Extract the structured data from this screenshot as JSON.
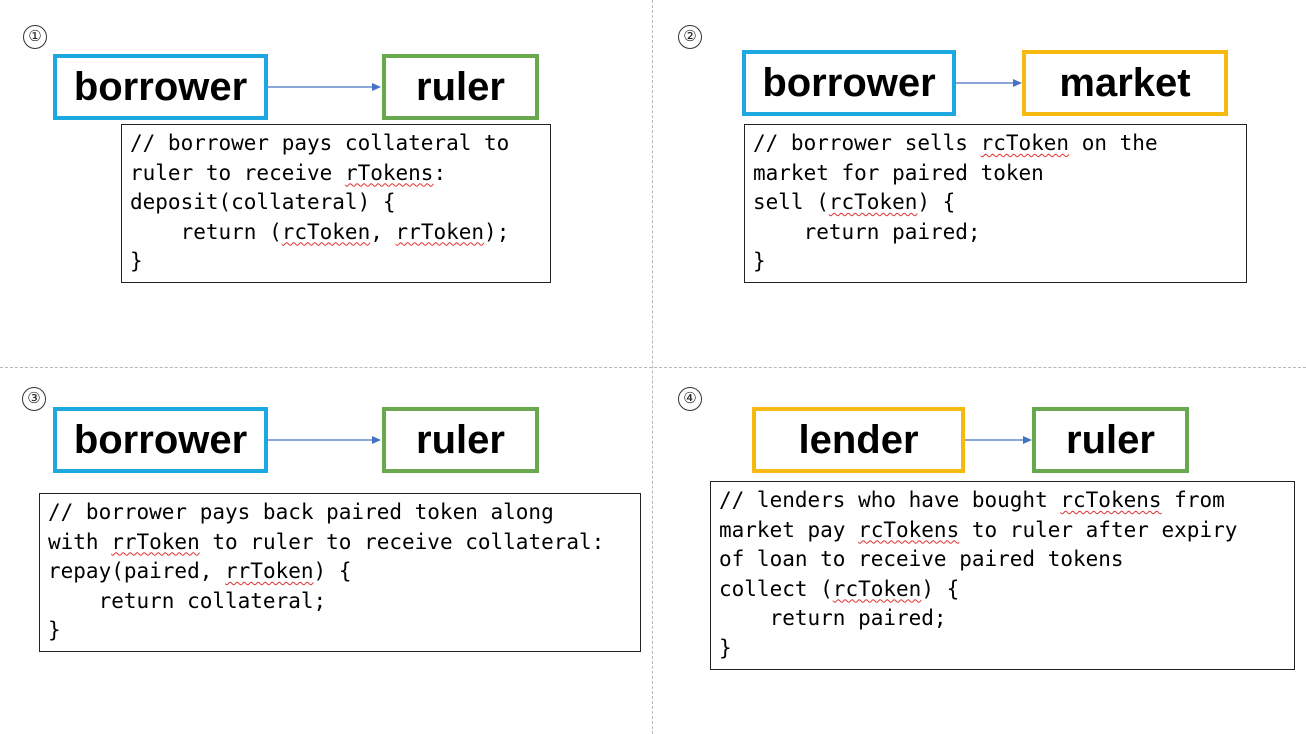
{
  "panels": [
    {
      "number": "①",
      "from": "borrower",
      "to": "ruler",
      "code": [
        "// borrower pays collateral to",
        "ruler to receive rTokens:",
        "deposit(collateral) {",
        "    return (rcToken, rrToken);",
        "}"
      ]
    },
    {
      "number": "②",
      "from": "borrower",
      "to": "market",
      "code": [
        "// borrower sells rcToken on the",
        "market for paired token",
        "sell (rcToken) {",
        "    return paired;",
        "}"
      ]
    },
    {
      "number": "③",
      "from": "borrower",
      "to": "ruler",
      "code": [
        "// borrower pays back paired token along",
        "with rrToken to ruler to receive collateral:",
        "repay(paired, rrToken) {",
        "    return collateral;",
        "}"
      ]
    },
    {
      "number": "④",
      "from": "lender",
      "to": "ruler",
      "code": [
        "// lenders who have bought rcTokens from",
        "market pay rcTokens to ruler after expiry",
        "of loan to receive paired tokens",
        "collect (rcToken) {",
        "    return paired;",
        "}"
      ]
    }
  ],
  "spellcheck_words": [
    "rTokens",
    "rcToken",
    "rrToken",
    "rcTokens"
  ],
  "colors": {
    "borrower_border": "#1ea8e0",
    "ruler_border": "#6aa84f",
    "market_border": "#f6b90f",
    "lender_border": "#f6b90f",
    "arrow": "#4472c4",
    "squiggle": "#e03030"
  }
}
